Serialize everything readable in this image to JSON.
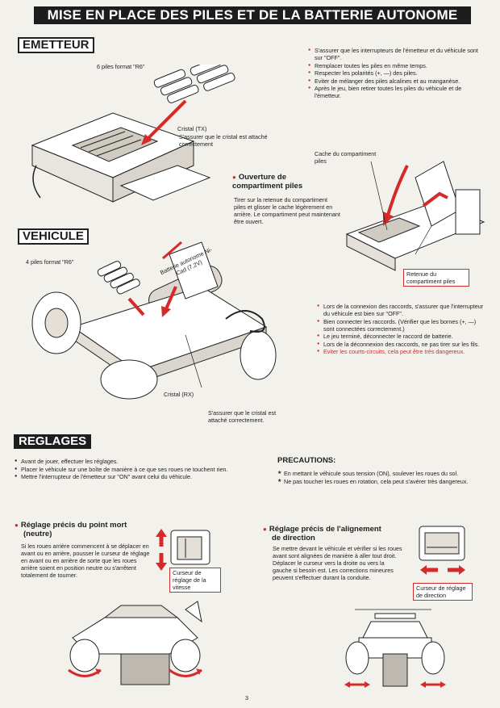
{
  "title": "MISE EN PLACE DES PILES ET DE LA BATTERIE AUTONOME",
  "emetteur": {
    "heading": "EMETTEUR",
    "piles_label": "6 piles format \"R6\"",
    "cristal_label": "Cristal (TX)",
    "cristal_note": "S'assurer que le cristal est attaché correctement",
    "bullets": [
      "S'assurer que les interrupteurs de l'émetteur et du véhicule sont sur \"OFF\".",
      "Remplacer toutes les piles en même temps.",
      "Respecter les polarités (+, —) des piles.",
      "Eviter de mélanger des piles alcalines et au manganèse.",
      "Après le jeu, bien retirer toutes les piles du véhicule et de l'émetteur."
    ]
  },
  "ouverture": {
    "heading_line1": "Ouverture de",
    "heading_line2": "compartiment piles",
    "text": "Tirer sur la retenue du compartiment piles et glisser le cache légèrement en arrière. Le compartiment peut maintenant être ouvert.",
    "cache_label": "Cache du compartiment piles",
    "retenue_label": "Retenue du compartiment piles"
  },
  "vehicule": {
    "heading": "VEHICULE",
    "piles_label": "4 piles format \"R6\"",
    "battery_text": "Batterie autonome Ni-Cad (7,2V)",
    "cristal_label": "Cristal (RX)",
    "cristal_note": "S'assurer que le cristal est attaché correctement.",
    "bullets": [
      "Lors de la connexion des raccords, s'assurer que l'interrupteur du véhicule est bien sur \"OFF\".",
      "Bien connecter les raccords. (Vérifier que les bornes (+, —) sont connectées correctement.)",
      "Le jeu terminé, déconnecter le raccord de batterie.",
      "Lors de la déconnexion des raccords, ne pas tirer sur les fils.",
      "Eviter les courts-circuits, cela peut être très dangereux."
    ]
  },
  "reglages": {
    "heading": "REGLAGES",
    "bullets": [
      "Avant de jouer, effectuer les réglages.",
      "Placer le véhicule sur une boîte de manière à ce que ses roues ne touchent rien.",
      "Mettre l'interrupteur de l'émetteur sur \"ON\" avant celui du véhicule."
    ],
    "precautions_heading": "PRECAUTIONS:",
    "precautions": [
      "En mettant le véhicule sous tension (ON), soulever les roues du sol.",
      "Ne pas toucher les roues en rotation, cela peut s'avérer très dangereux."
    ],
    "point_mort": {
      "heading_line1": "Réglage précis du point mort",
      "heading_line2": "(neutre)",
      "text": "Si les roues arrière commencent à se déplacer en avant ou en arrière, pousser le curseur de réglage en avant ou en arrière de sorte que les roues arrière soient en position neutre ou s'arrêtent totalement de tourner.",
      "curseur_label": "Curseur de réglage de la vitesse"
    },
    "direction": {
      "heading_line1": "Réglage précis de l'alignement",
      "heading_line2": "de direction",
      "text": "Se mettre devant le véhicule et vérifier si les roues avant sont alignées de manière à aller tout droit. Déplacer le curseur vers la droite ou vers la gauche si besoin est. Les corrections mineures peuvent s'effectuer durant la conduite.",
      "curseur_label": "Curseur de réglage de direction"
    }
  },
  "page_number": "3",
  "colors": {
    "accent_red": "#d42a2a",
    "dark": "#1d1d1d",
    "paper": "#f3f1ec"
  }
}
